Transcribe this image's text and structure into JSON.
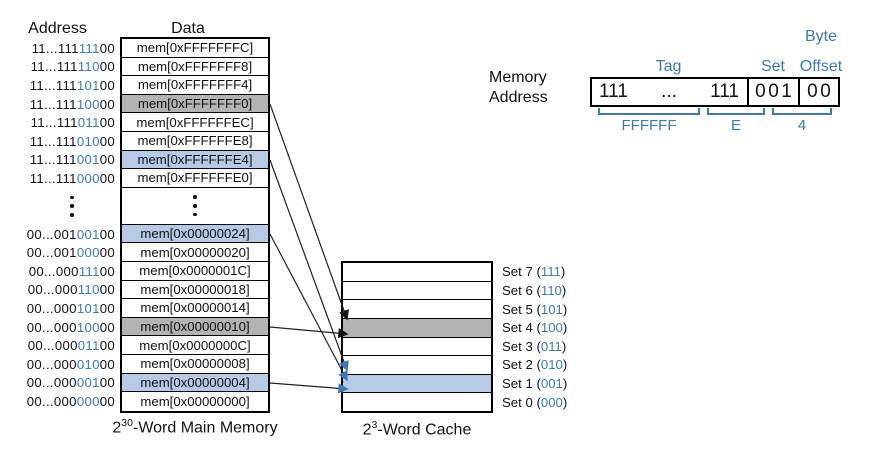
{
  "colors": {
    "accent_blue": "#3b79b5",
    "row_gray": "#b3b3b3",
    "row_blue": "#b6c9e5"
  },
  "memory": {
    "address_header": "Address",
    "data_header": "Data",
    "caption": {
      "base": "2",
      "sup": "30",
      "rest": "-Word Main Memory"
    },
    "rows": [
      {
        "pre": "11...111",
        "set": "111",
        "off": "00",
        "data": "mem[0xFFFFFFFC]",
        "highlight": null
      },
      {
        "pre": "11...111",
        "set": "110",
        "off": "00",
        "data": "mem[0xFFFFFFF8]",
        "highlight": null
      },
      {
        "pre": "11...111",
        "set": "101",
        "off": "00",
        "data": "mem[0xFFFFFFF4]",
        "highlight": null
      },
      {
        "pre": "11...111",
        "set": "100",
        "off": "00",
        "data": "mem[0xFFFFFFF0]",
        "highlight": "gray"
      },
      {
        "pre": "11...111",
        "set": "011",
        "off": "00",
        "data": "mem[0xFFFFFFEC]",
        "highlight": null
      },
      {
        "pre": "11...111",
        "set": "010",
        "off": "00",
        "data": "mem[0xFFFFFFE8]",
        "highlight": null
      },
      {
        "pre": "11...111",
        "set": "001",
        "off": "00",
        "data": "mem[0xFFFFFFE4]",
        "highlight": "blue"
      },
      {
        "pre": "11...111",
        "set": "000",
        "off": "00",
        "data": "mem[0xFFFFFFE0]",
        "highlight": null
      },
      {
        "pre": "00...001",
        "set": "001",
        "off": "00",
        "data": "mem[0x00000024]",
        "highlight": "blue"
      },
      {
        "pre": "00...001",
        "set": "000",
        "off": "00",
        "data": "mem[0x00000020]",
        "highlight": null
      },
      {
        "pre": "00...000",
        "set": "111",
        "off": "00",
        "data": "mem[0x0000001C]",
        "highlight": null
      },
      {
        "pre": "00...000",
        "set": "110",
        "off": "00",
        "data": "mem[0x00000018]",
        "highlight": null
      },
      {
        "pre": "00...000",
        "set": "101",
        "off": "00",
        "data": "mem[0x00000014]",
        "highlight": null
      },
      {
        "pre": "00...000",
        "set": "100",
        "off": "00",
        "data": "mem[0x00000010]",
        "highlight": "gray"
      },
      {
        "pre": "00...000",
        "set": "011",
        "off": "00",
        "data": "mem[0x0000000C]",
        "highlight": null
      },
      {
        "pre": "00...000",
        "set": "010",
        "off": "00",
        "data": "mem[0x00000008]",
        "highlight": null
      },
      {
        "pre": "00...000",
        "set": "001",
        "off": "00",
        "data": "mem[0x00000004]",
        "highlight": "blue"
      },
      {
        "pre": "00...000",
        "set": "000",
        "off": "00",
        "data": "mem[0x00000000]",
        "highlight": null
      }
    ]
  },
  "cache": {
    "caption": {
      "base": "2",
      "sup": "3",
      "rest": "-Word Cache"
    },
    "sets": [
      {
        "pre": "Set 7 (",
        "bits": "111",
        "post": ")",
        "highlight": null
      },
      {
        "pre": "Set 6 (",
        "bits": "110",
        "post": ")",
        "highlight": null
      },
      {
        "pre": "Set 5 (",
        "bits": "101",
        "post": ")",
        "highlight": null
      },
      {
        "pre": "Set 4 (",
        "bits": "100",
        "post": ")",
        "highlight": "gray"
      },
      {
        "pre": "Set 3 (",
        "bits": "011",
        "post": ")",
        "highlight": null
      },
      {
        "pre": "Set 2 (",
        "bits": "010",
        "post": ")",
        "highlight": null
      },
      {
        "pre": "Set 1 (",
        "bits": "001",
        "post": ")",
        "highlight": "blue"
      },
      {
        "pre": "Set 0 (",
        "bits": "000",
        "post": ")",
        "highlight": null
      }
    ]
  },
  "address_breakdown": {
    "label_line1": "Memory",
    "label_line2": "Address",
    "tag_label": "Tag",
    "set_label": "Set",
    "byte_label": "Byte",
    "offset_label": "Offset",
    "tag_left": "111",
    "tag_dots": "...",
    "tag_right": "111",
    "set_value": "001",
    "offset_value": "00",
    "hex_groups": {
      "tag": "FFFFFF",
      "mid": "E",
      "low": "4"
    }
  }
}
